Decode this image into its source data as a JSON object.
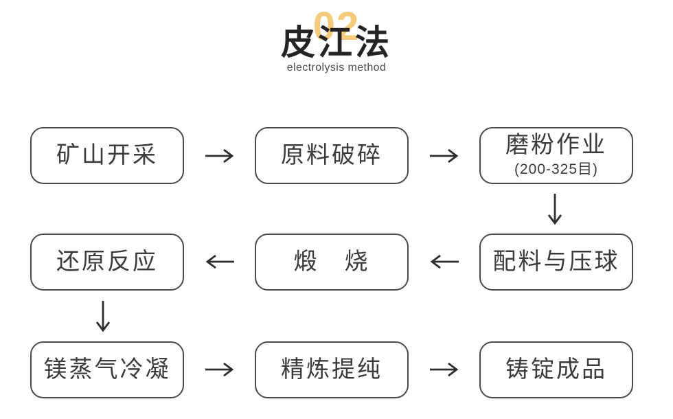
{
  "header": {
    "number": "02",
    "title": "皮江法",
    "subtitle": "electrolysis method"
  },
  "colors": {
    "accent_yellow": "#f5cb7b",
    "title_text": "#242424",
    "box_border": "#4a4a4a",
    "box_text": "#3b3b3b",
    "arrow": "#2d2d2d",
    "background": "#ffffff"
  },
  "flow": {
    "boxes": [
      {
        "label": "矿山开采"
      },
      {
        "label": "原料破碎"
      },
      {
        "label": "磨粉作业",
        "sublabel": "(200-325目)"
      },
      {
        "label": "还原反应"
      },
      {
        "label": "煅　烧"
      },
      {
        "label": "配料与压球"
      },
      {
        "label": "镁蒸气冷凝"
      },
      {
        "label": "精炼提纯"
      },
      {
        "label": "铸锭成品"
      }
    ],
    "connections": [
      {
        "from": "矿山开采",
        "to": "原料破碎",
        "direction": "right"
      },
      {
        "from": "原料破碎",
        "to": "磨粉作业(200-325目)",
        "direction": "right"
      },
      {
        "from": "磨粉作业(200-325目)",
        "to": "配料与压球",
        "direction": "down"
      },
      {
        "from": "配料与压球",
        "to": "煅烧",
        "direction": "left"
      },
      {
        "from": "煅烧",
        "to": "还原反应",
        "direction": "left"
      },
      {
        "from": "还原反应",
        "to": "镁蒸气冷凝",
        "direction": "down"
      },
      {
        "from": "镁蒸气冷凝",
        "to": "精炼提纯",
        "direction": "right"
      },
      {
        "from": "精炼提纯",
        "to": "铸锭成品",
        "direction": "right"
      }
    ]
  }
}
